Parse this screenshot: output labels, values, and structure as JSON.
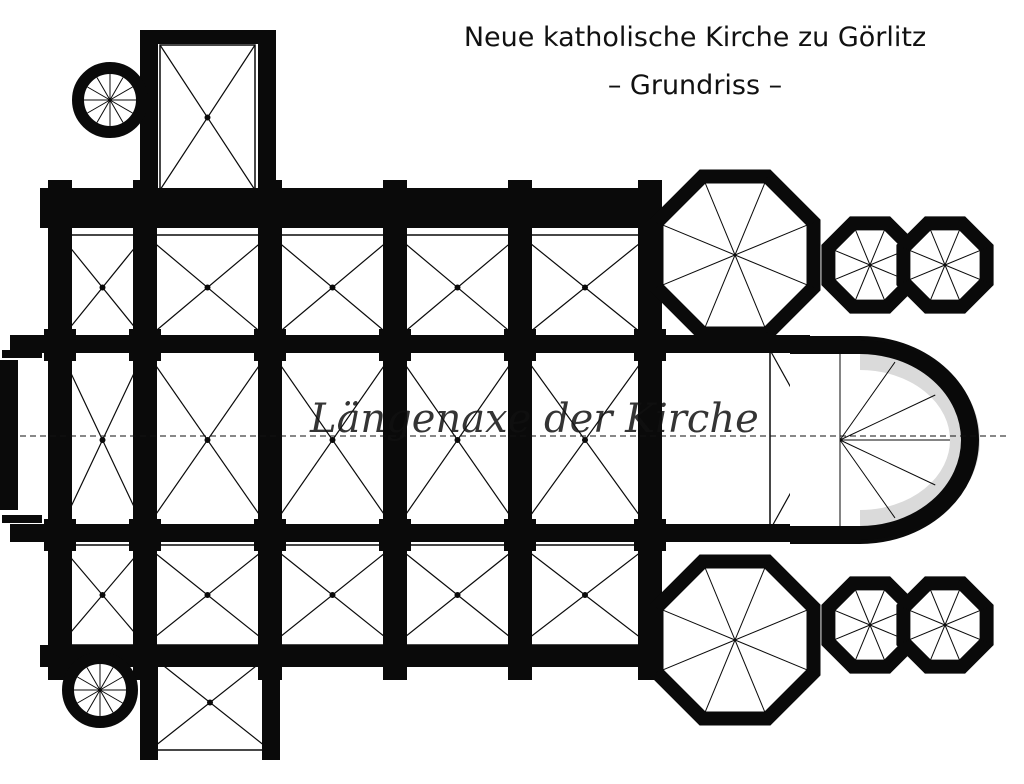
{
  "title": "Neue katholische Kirche zu Görlitz",
  "subtitle": "– Grundriss –",
  "annotation": "Längenaxe der Kirche",
  "colors": {
    "ink": "#0a0a0a",
    "paper": "#ffffff"
  }
}
